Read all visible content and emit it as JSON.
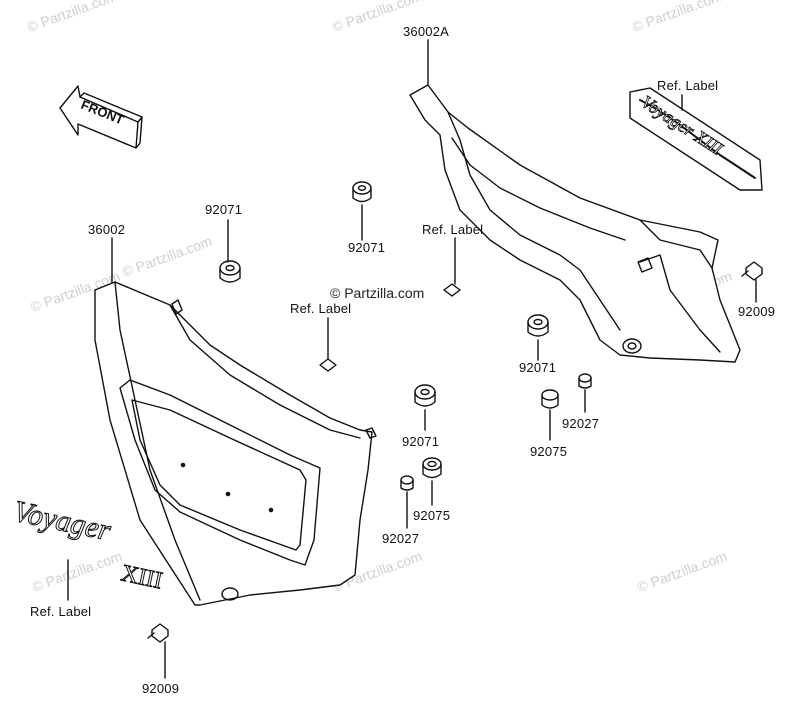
{
  "watermark": "© Partzilla.com",
  "front_arrow_label": "FRONT",
  "left_logo": {
    "script": "Voyager",
    "numeral": "XIII"
  },
  "right_logo": {
    "script": "Voyager XIII"
  },
  "labels": {
    "p36002A": "36002A",
    "p36002": "36002",
    "p92071_a": "92071",
    "p92071_b": "92071",
    "p92071_c": "92071",
    "p92071_d": "92071",
    "ref_label_top_right": "Ref. Label",
    "ref_label_mid": "Ref. Label",
    "ref_label_left": "Ref. Label",
    "ref_label_bottom_left": "Ref. Label",
    "p92009_right": "92009",
    "p92009_bottom": "92009",
    "p92027_right": "92027",
    "p92027_mid": "92027",
    "p92075_right": "92075",
    "p92075_mid": "92075"
  }
}
